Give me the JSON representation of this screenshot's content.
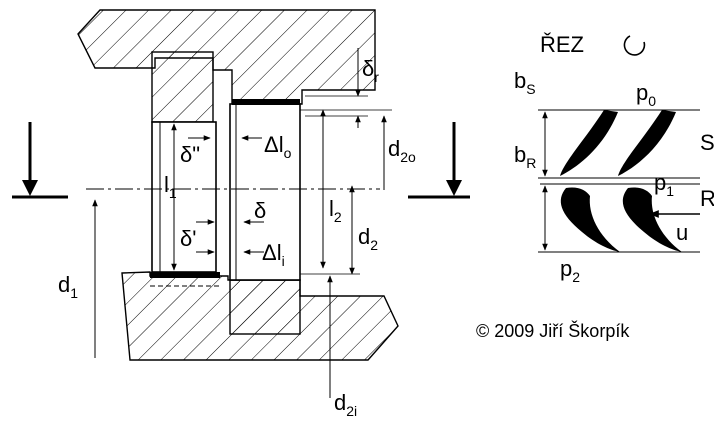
{
  "labels": {
    "delta_r": "δ",
    "delta_r_sub": "r",
    "delta_dd": "δ\"",
    "delta_l_o": "Δl",
    "delta_l_o_sub": "o",
    "l1": "l",
    "l1_sub": "1",
    "delta": "δ",
    "delta_p": "δ'",
    "delta_l_i": "Δl",
    "delta_l_i_sub": "i",
    "l2": "l",
    "l2_sub": "2",
    "d2": "d",
    "d2_sub": "2",
    "d2o": "d",
    "d2o_sub": "2o",
    "d1": "d",
    "d1_sub": "1",
    "d2i": "d",
    "d2i_sub": "2i",
    "section_title": "ŘEZ",
    "bs": "b",
    "bs_sub": "S",
    "bR": "b",
    "bR_sub": "R",
    "p0": "p",
    "p0_sub": "0",
    "p1": "p",
    "p1_sub": "1",
    "p2": "p",
    "p2_sub": "2",
    "S": "S",
    "R": "R",
    "u": "u",
    "copyright": "© 2009 Jiří Škorpík"
  },
  "colors": {
    "ink": "#000000",
    "background": "#ffffff"
  }
}
